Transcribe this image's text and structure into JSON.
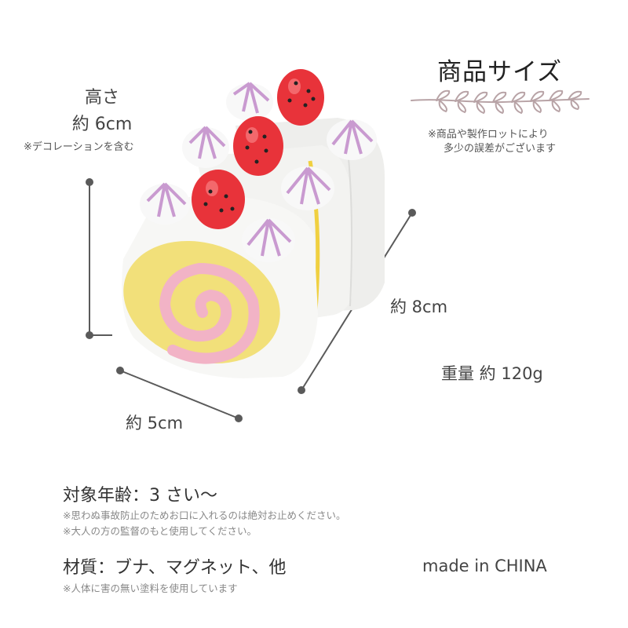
{
  "header": {
    "title": "商品サイズ",
    "note_line1": "※商品や製作ロットにより",
    "note_line2": "多少の誤差がございます",
    "decoration": "leaf-vine-icon"
  },
  "dimensions": {
    "height_label": "高さ",
    "height_value": "約 6cm",
    "height_note": "※デコレーションを含む",
    "length_value": "約 8cm",
    "width_value": "約 5cm",
    "weight": "重量 約 120g"
  },
  "product": {
    "name": "roll-cake-toy",
    "colors": {
      "cream": "#f7f7f5",
      "sponge": "#f2e07a",
      "swirl": "#f2b3c6",
      "strawberry": "#e8333a",
      "meringue_stripe": "#c99ad0"
    }
  },
  "info": {
    "age_heading": "対象年齢：3 さい～",
    "age_note1": "※思わぬ事故防止のためお口に入れるのは絶対お止めください。",
    "age_note2": "※大人の方の監督のもと使用してください。",
    "material_heading": "材質：ブナ、マグネット、他",
    "material_note": "※人体に害の無い塗料を使用しています",
    "origin": "made in CHINA"
  },
  "colors": {
    "line": "#5a5a5a",
    "vine": "#b8a3a6"
  }
}
